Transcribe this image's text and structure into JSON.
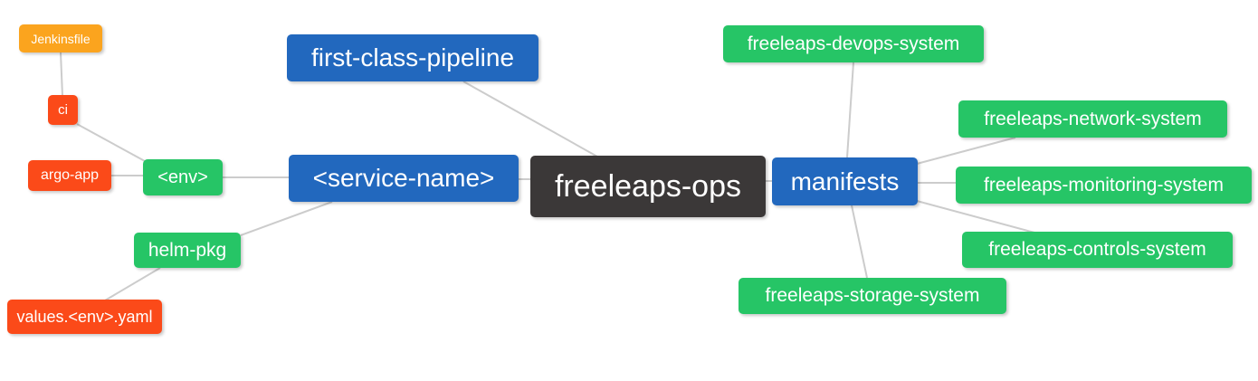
{
  "diagram": {
    "type": "mindmap",
    "background_color": "#ffffff",
    "edge_color": "#cccccc",
    "text_color": "#ffffff",
    "palette": {
      "orange": "#FBA41E",
      "red": "#FB4A19",
      "green": "#26C566",
      "blue": "#2268BE",
      "dark": "#3B3838"
    },
    "nodes": [
      {
        "id": "jenkinsfile",
        "label": "Jenkinsfile",
        "color": "orange"
      },
      {
        "id": "ci",
        "label": "ci",
        "color": "red"
      },
      {
        "id": "argo-app",
        "label": "argo-app",
        "color": "red"
      },
      {
        "id": "env",
        "label": "<env>",
        "color": "green"
      },
      {
        "id": "helm-pkg",
        "label": "helm-pkg",
        "color": "green"
      },
      {
        "id": "values",
        "label": "values.<env>.yaml",
        "color": "red"
      },
      {
        "id": "pipeline",
        "label": "first-class-pipeline",
        "color": "blue"
      },
      {
        "id": "service",
        "label": "<service-name>",
        "color": "blue"
      },
      {
        "id": "ops",
        "label": "freeleaps-ops",
        "color": "dark"
      },
      {
        "id": "manifests",
        "label": "manifests",
        "color": "blue"
      },
      {
        "id": "devops",
        "label": "freeleaps-devops-system",
        "color": "green"
      },
      {
        "id": "network",
        "label": "freeleaps-network-system",
        "color": "green"
      },
      {
        "id": "monitoring",
        "label": "freeleaps-monitoring-system",
        "color": "green"
      },
      {
        "id": "controls",
        "label": "freeleaps-controls-system",
        "color": "green"
      },
      {
        "id": "storage",
        "label": "freeleaps-storage-system",
        "color": "green"
      }
    ],
    "edges": [
      {
        "from": "jenkinsfile",
        "to": "ci"
      },
      {
        "from": "ci",
        "to": "env"
      },
      {
        "from": "argo-app",
        "to": "env"
      },
      {
        "from": "env",
        "to": "service"
      },
      {
        "from": "service",
        "to": "helm-pkg"
      },
      {
        "from": "helm-pkg",
        "to": "values"
      },
      {
        "from": "pipeline",
        "to": "ops"
      },
      {
        "from": "service",
        "to": "ops"
      },
      {
        "from": "ops",
        "to": "manifests"
      },
      {
        "from": "manifests",
        "to": "devops"
      },
      {
        "from": "manifests",
        "to": "network"
      },
      {
        "from": "manifests",
        "to": "monitoring"
      },
      {
        "from": "manifests",
        "to": "controls"
      },
      {
        "from": "manifests",
        "to": "storage"
      }
    ]
  }
}
